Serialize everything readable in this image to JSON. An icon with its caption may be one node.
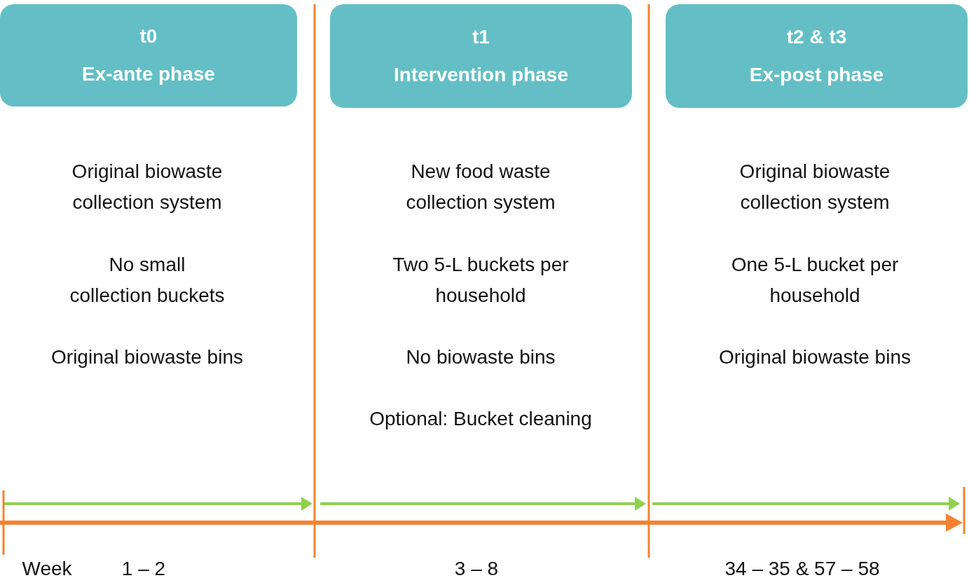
{
  "diagram": {
    "nodes": [
      {
        "text": [
          "t0",
          "Ex-ante phase"
        ]
      },
      {
        "text": [
          "t1",
          "Intervention phase"
        ]
      },
      {
        "text": [
          "t2 & t3",
          "Ex-post phase"
        ]
      }
    ],
    "labels": [
      "Original biowaste collection system",
      "No small collection buckets",
      "Original biowaste bins",
      "New food waste collection system",
      "Two 5-L buckets per household",
      "No biowaste bins",
      "Optional: Bucket cleaning",
      "Original biowaste collection system",
      "One 5-L bucket per household",
      "Original biowaste bins",
      "Week",
      "1 – 2",
      "3 – 8",
      "34 – 35 & 57 – 58"
    ]
  }
}
